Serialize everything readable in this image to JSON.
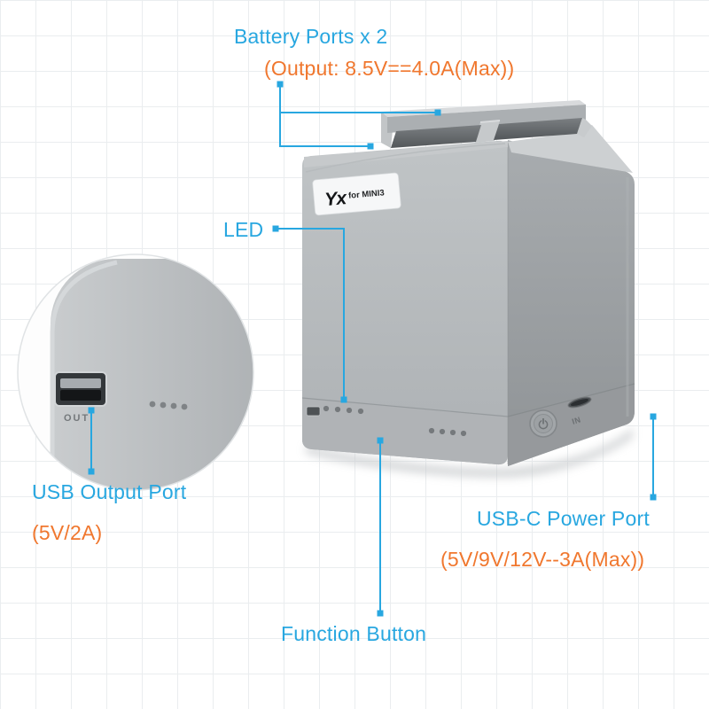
{
  "colors": {
    "accent_blue": "#28a7e0",
    "accent_orange": "#f0772e",
    "device_gray": "#b0b4b7"
  },
  "annotations": {
    "battery_ports": {
      "label": "Battery Ports x 2",
      "spec": "(Output: 8.5V==4.0A(Max))"
    },
    "led": {
      "label": "LED"
    },
    "usb_output": {
      "label": "USB Output Port",
      "spec": "(5V/2A)"
    },
    "usbc_power": {
      "label": "USB-C Power Port",
      "spec": "(5V/9V/12V--3A(Max))"
    },
    "function_button": {
      "label": "Function Button"
    }
  },
  "device": {
    "label_logo": "Yx",
    "label_model": "for MINI3",
    "usb_out_port_label": "OUT",
    "usbc_in_port_label": "IN"
  }
}
